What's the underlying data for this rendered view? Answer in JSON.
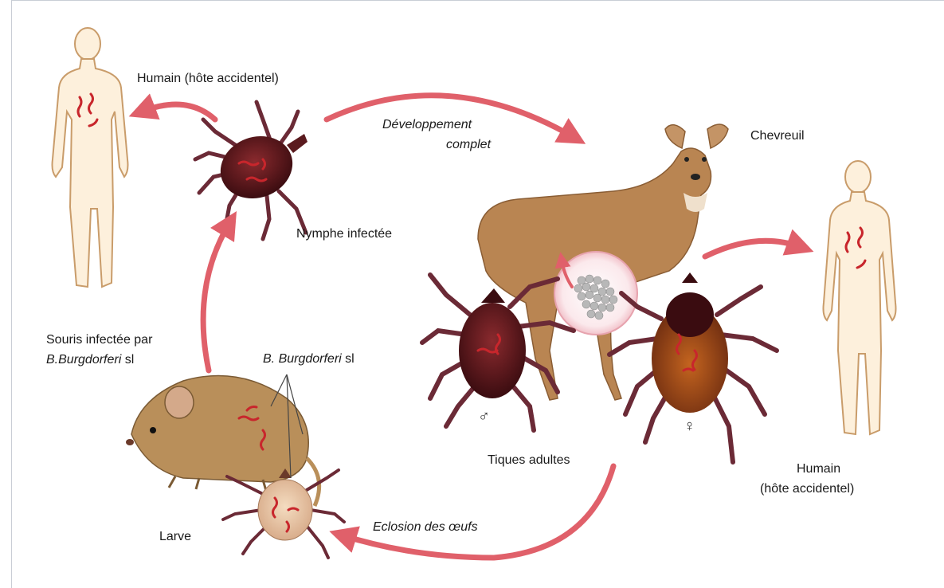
{
  "labels": {
    "human_top": "Humain (hôte accidentel)",
    "development_line1": "Développement",
    "development_line2": "complet",
    "roe_deer": "Chevreuil",
    "nymph": "Nymphe infectée",
    "mouse_line1": "Souris infectée par",
    "mouse_line2_italic": "B.Burgdorferi",
    "mouse_line2_rest": " sl",
    "bb_italic": "B. Burgdorferi",
    "bb_rest": " sl",
    "adult_ticks": "Tiques adultes",
    "human_right_line1": "Humain",
    "human_right_line2": "(hôte accidentel)",
    "larva": "Larve",
    "egg_hatching": "Eclosion des œufs",
    "male_symbol": "♂",
    "female_symbol": "♀"
  },
  "colors": {
    "arrow": "#e0606a",
    "human_fill": "#fdf0dc",
    "human_stroke": "#c99c6a",
    "bacteria": "#c8262c",
    "tick_dark": "#4a1216",
    "tick_leg": "#6b2a36",
    "deer": "#b98552",
    "mouse": "#b98f5a"
  }
}
